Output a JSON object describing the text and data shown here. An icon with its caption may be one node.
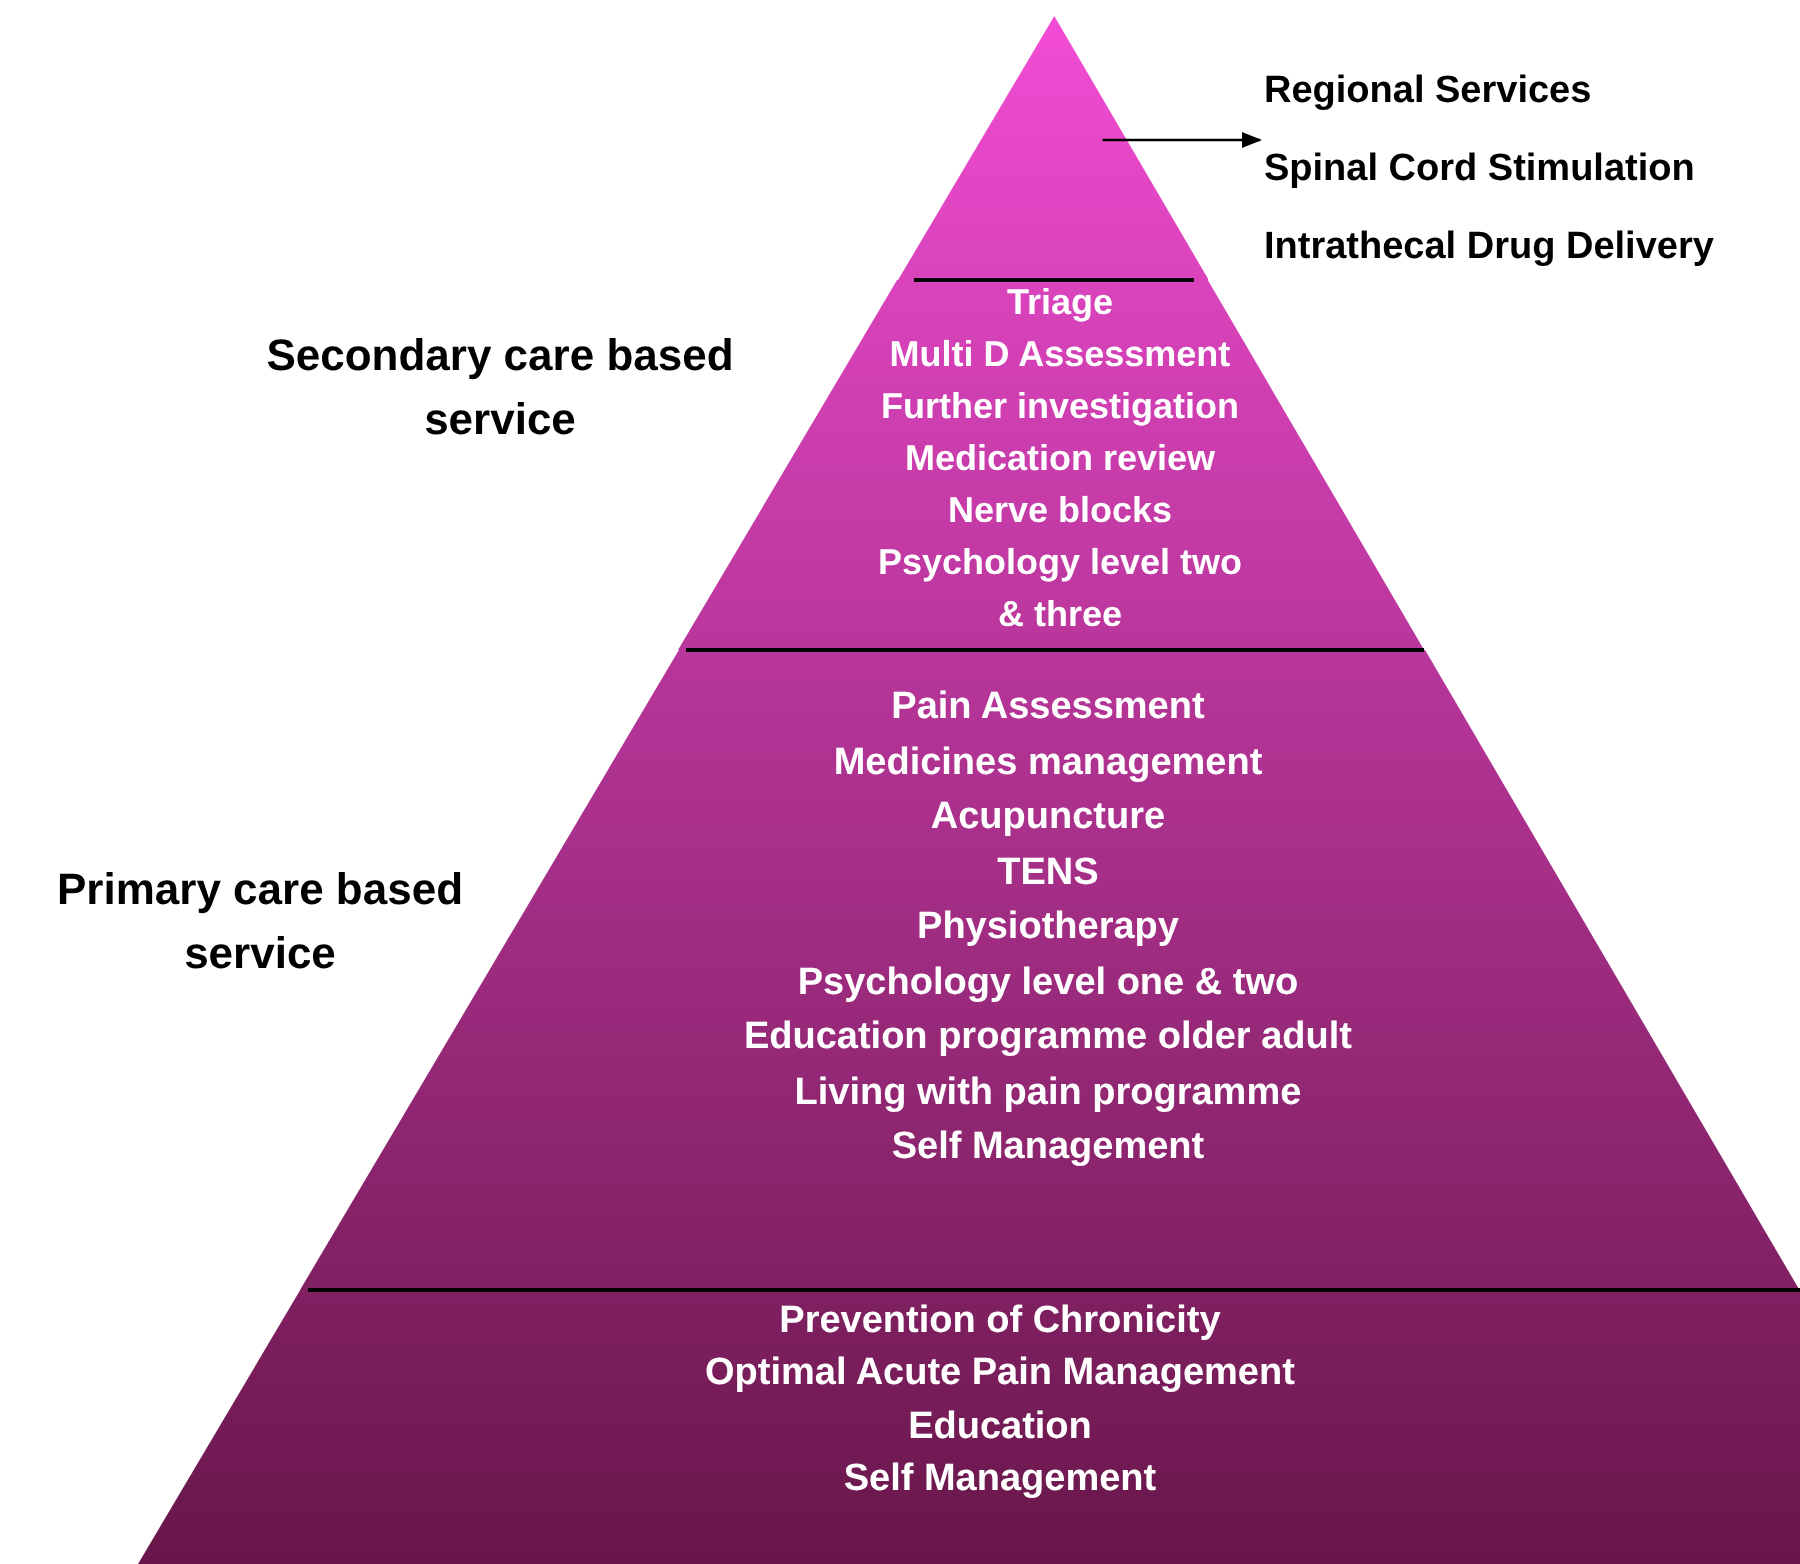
{
  "diagram": {
    "nodes": [
      {
        "text": [],
        "shape": "triangle"
      },
      {
        "text": [
          "Regional Services",
          "Spinal Cord Stimulation",
          "Intrathecal Drug Delivery"
        ]
      },
      {
        "text": [
          "Triage",
          "Multi D Assessment",
          "Further investigation",
          "Medication review",
          "Nerve blocks",
          "Psychology level two & three"
        ]
      },
      {
        "text": [
          "Pain Assessment",
          "Medicines management",
          "Acupuncture",
          "TENS",
          "Physiotherapy",
          "Psychology level one & two",
          "Education programme older adult",
          "Living with pain programme",
          "Self Management"
        ]
      },
      {
        "text": [
          "Prevention of Chronicity",
          "Optimal Acute Pain Management",
          "Education",
          "Self Management"
        ]
      }
    ],
    "edges": [
      {
        "from": 0,
        "to": 1,
        "arrow": "to"
      }
    ],
    "labels": [
      "Secondary care based service",
      "Primary care based service"
    ]
  }
}
